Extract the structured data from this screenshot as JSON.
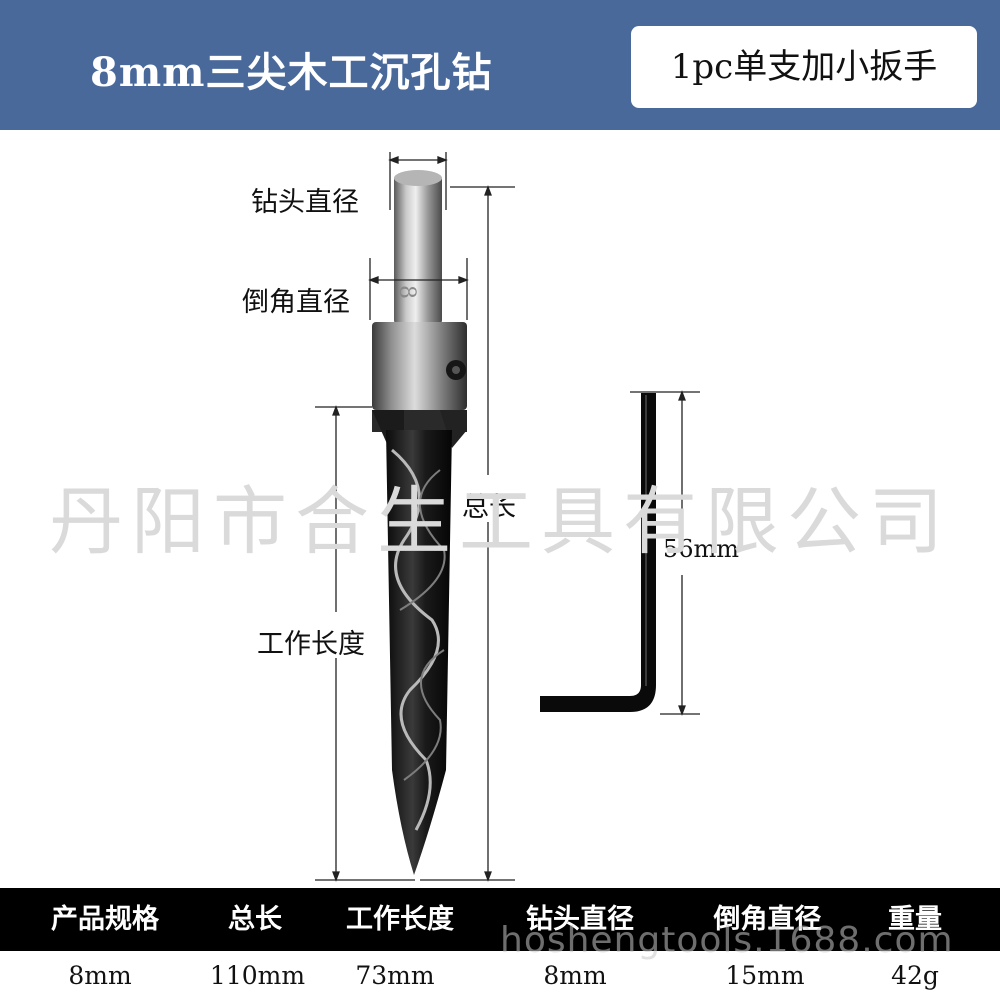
{
  "header": {
    "title": "8mm三尖木工沉孔钻",
    "badge": "1pc单支加小扳手",
    "background_color": "#49699b"
  },
  "diagram": {
    "labels": {
      "drill_diameter": "钻头直径",
      "chamfer_diameter": "倒角直径",
      "total_length": "总长",
      "working_length": "工作长度",
      "wrench_length": "56mm"
    },
    "shank_marking": "8"
  },
  "watermark": "丹阳市合生工具有限公司",
  "site_watermark": "hoshengtools.1688.com",
  "spec_table": {
    "headers": [
      "产品规格",
      "总长",
      "工作长度",
      "钻头直径",
      "倒角直径",
      "重量"
    ],
    "values": [
      "8mm",
      "110mm",
      "73mm",
      "8mm",
      "15mm",
      "42g"
    ]
  }
}
